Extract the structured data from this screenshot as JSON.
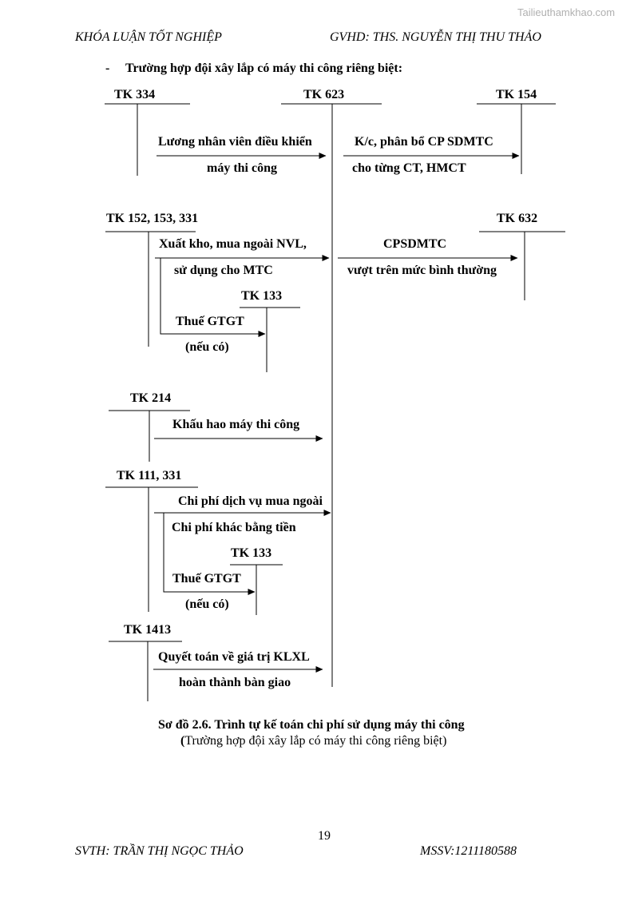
{
  "watermark": "Tailieuthamkhao.com",
  "header": {
    "left": "KHÓA LUẬN TỐT NGHIỆP",
    "right": "GVHD: THS. NGUYỄN THỊ THU THẢO"
  },
  "section": {
    "bullet": "-",
    "title": "Trường hợp đội xây lắp có máy thi công riêng biệt:"
  },
  "diagram": {
    "tk334": "TK 334",
    "tk623": "TK 623",
    "tk154": "TK 154",
    "luong_line1": "Lương nhân viên điều khiển",
    "luong_line2": "máy thi công",
    "kc_line1": "K/c, phân bổ CP SDMTC",
    "kc_line2": "cho từng CT, HMCT",
    "tk152": "TK 152, 153, 331",
    "tk632": "TK 632",
    "xuat_line1": "Xuất kho, mua ngoài NVL,",
    "xuat_line2": "sử dụng cho MTC",
    "cpsdmtc_line1": "CPSDMTC",
    "cpsdmtc_line2": "vượt trên mức bình thường",
    "tk133a": "TK 133",
    "thue_a1": "Thuế GTGT",
    "thue_a2": "(nếu có)",
    "tk214": "TK 214",
    "khauhao": "Khấu hao máy thi công",
    "tk111": "TK 111, 331",
    "dichvu": "Chi phí dịch vụ mua ngoài",
    "khac": "Chi phí khác bằng tiền",
    "tk133b": "TK 133",
    "thue_b1": "Thuế GTGT",
    "thue_b2": "(nếu có)",
    "tk1413": "TK 1413",
    "quyettoan1": "Quyết toán về giá trị KLXL",
    "quyettoan2": "hoàn thành bàn giao"
  },
  "caption": {
    "title": "Sơ đồ 2.6. Trình tự kế toán chi phí sử dụng máy thi công",
    "subtitle_open": "(",
    "subtitle_rest": "Trường hợp đội xây lắp có máy thi công riêng biệt)"
  },
  "page_number": "19",
  "footer": {
    "left": "SVTH: TRẦN THỊ NGỌC THẢO",
    "right": "MSSV:1211180588"
  }
}
